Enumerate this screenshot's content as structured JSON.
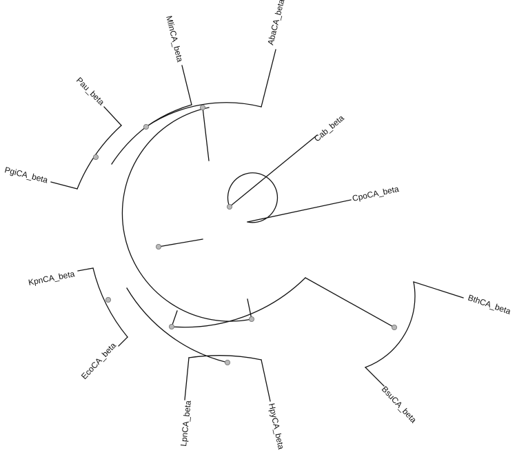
{
  "leaves": {
    "cab": "Cab_beta",
    "cpo": "CpoCA_beta",
    "bth": "BthCA_beta",
    "bsu": "BsuCA_beta",
    "hpy": "HpyCA_beta",
    "lpn": "LpnCA_beta",
    "eco": "EcoCA_beta",
    "kpn": "KpnCA_beta",
    "pgi": "PgiCA_beta",
    "pau": "Pau_beta",
    "mlin": "MlinCA_beta",
    "aba": "AbaCA_beta"
  }
}
